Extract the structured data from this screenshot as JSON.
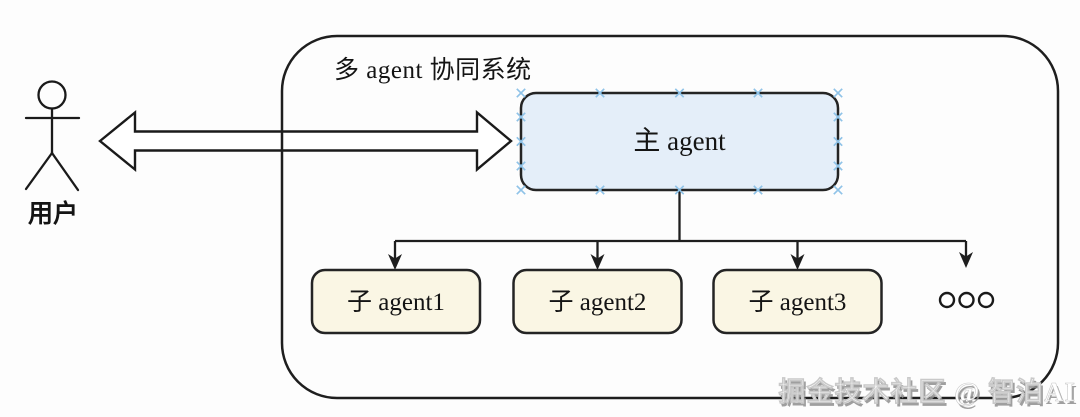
{
  "title": "多 agent 协同系统",
  "user": {
    "label": "用户"
  },
  "main_agent": {
    "label": "主 agent"
  },
  "sub_agents": [
    {
      "label": "子 agent1"
    },
    {
      "label": "子 agent2"
    },
    {
      "label": "子 agent3"
    }
  ],
  "watermark": "掘金技术社区 @ 智泊AI",
  "colors": {
    "line": "#1e1e1e",
    "main_agent_fill": "#e4eef9",
    "sub_agent_fill": "#faf6e4",
    "selection_handle": "#8fc3e8"
  },
  "icons": {
    "user_figure": "stick-person",
    "user_system_link": "double-headed-hollow-arrow",
    "branch_arrowheads": "solid-down-arrow",
    "more_agents": "three-open-circles"
  }
}
